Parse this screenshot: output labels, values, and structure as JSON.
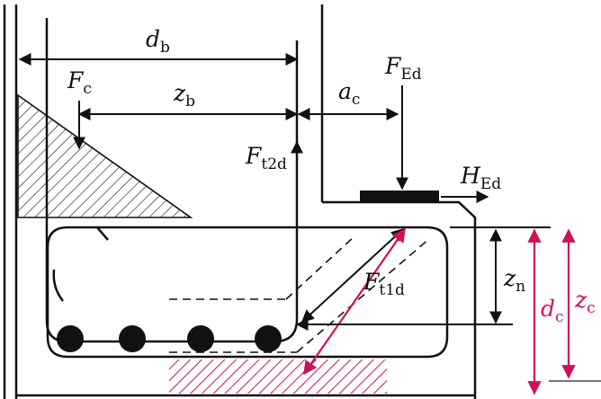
{
  "colors": {
    "ink": "#111111",
    "accent": "#d0105a",
    "ground": "#777777",
    "background": "#ffffff"
  },
  "labels": {
    "db": {
      "main": "d",
      "sub": "b"
    },
    "Fc": {
      "main": "F",
      "sub": "c"
    },
    "zb": {
      "main": "z",
      "sub": "b"
    },
    "ac": {
      "main": "a",
      "sub": "c"
    },
    "FEd": {
      "main": "F",
      "sub": "Ed"
    },
    "Ft2d": {
      "main": "F",
      "sub": "t2d"
    },
    "HEd": {
      "main": "H",
      "sub": "Ed"
    },
    "Ft1d": {
      "main": "F",
      "sub": "t1d"
    },
    "zn": {
      "main": "z",
      "sub": "n"
    },
    "dc": {
      "main": "d",
      "sub": "c"
    },
    "zc": {
      "main": "z",
      "sub": "c"
    }
  }
}
